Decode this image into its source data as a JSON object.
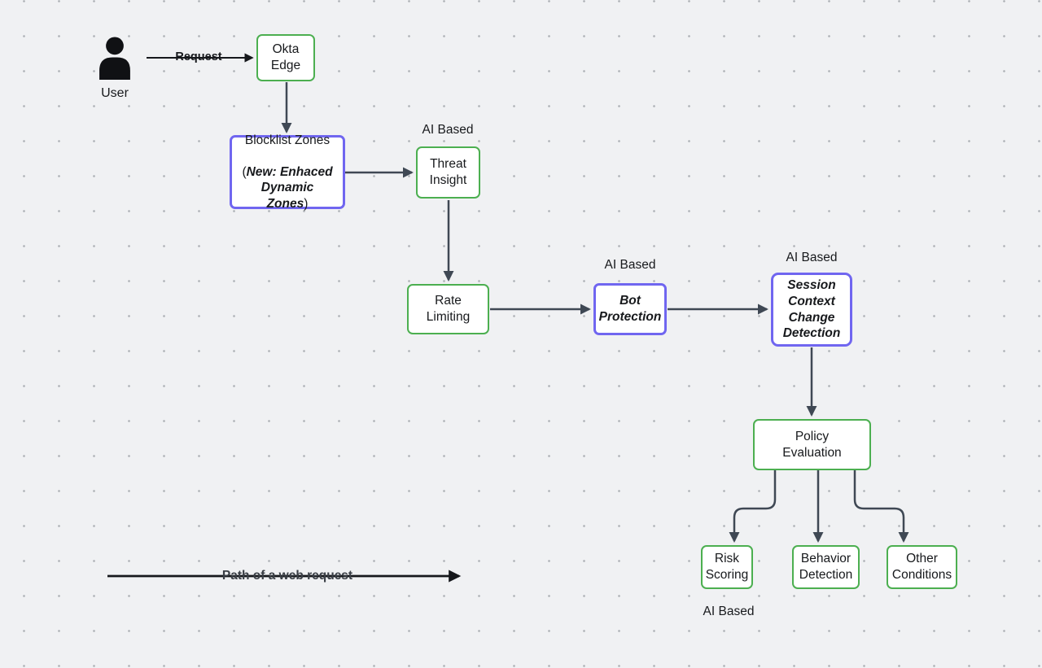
{
  "colors": {
    "background": "#f0f1f3",
    "grid_dot": "#9b9ea6",
    "node_green_border": "#4caf50",
    "node_purple_border": "#7066f0",
    "node_fill": "#ffffff",
    "connector": "#3f4854",
    "arrow_black": "#16181c",
    "text": "#17191c"
  },
  "badges": {
    "ai_based": "AI Based"
  },
  "edge_labels": {
    "request": "Request"
  },
  "legend": {
    "label": "Path of a web request"
  },
  "nodes": {
    "user": {
      "label": "User",
      "icon": "user-icon"
    },
    "okta_edge": {
      "label": "Okta\nEdge"
    },
    "blocklist_zones": {
      "title": "Blocklist Zones",
      "paren_open": "(",
      "emphasis": "New: Enhaced\nDynamic\nZones",
      "paren_close": ")"
    },
    "threat_insight": {
      "label": "Threat\nInsight"
    },
    "rate_limiting": {
      "label": "Rate\nLimiting"
    },
    "bot_protection": {
      "label": "Bot\nProtection"
    },
    "session_context_change_detection": {
      "label": "Session\nContext\nChange\nDetection"
    },
    "policy_evaluation": {
      "label": "Policy\nEvaluation"
    },
    "risk_scoring": {
      "label": "Risk\nScoring"
    },
    "behavior_detection": {
      "label": "Behavior\nDetection"
    },
    "other_conditions": {
      "label": "Other\nConditions"
    }
  }
}
